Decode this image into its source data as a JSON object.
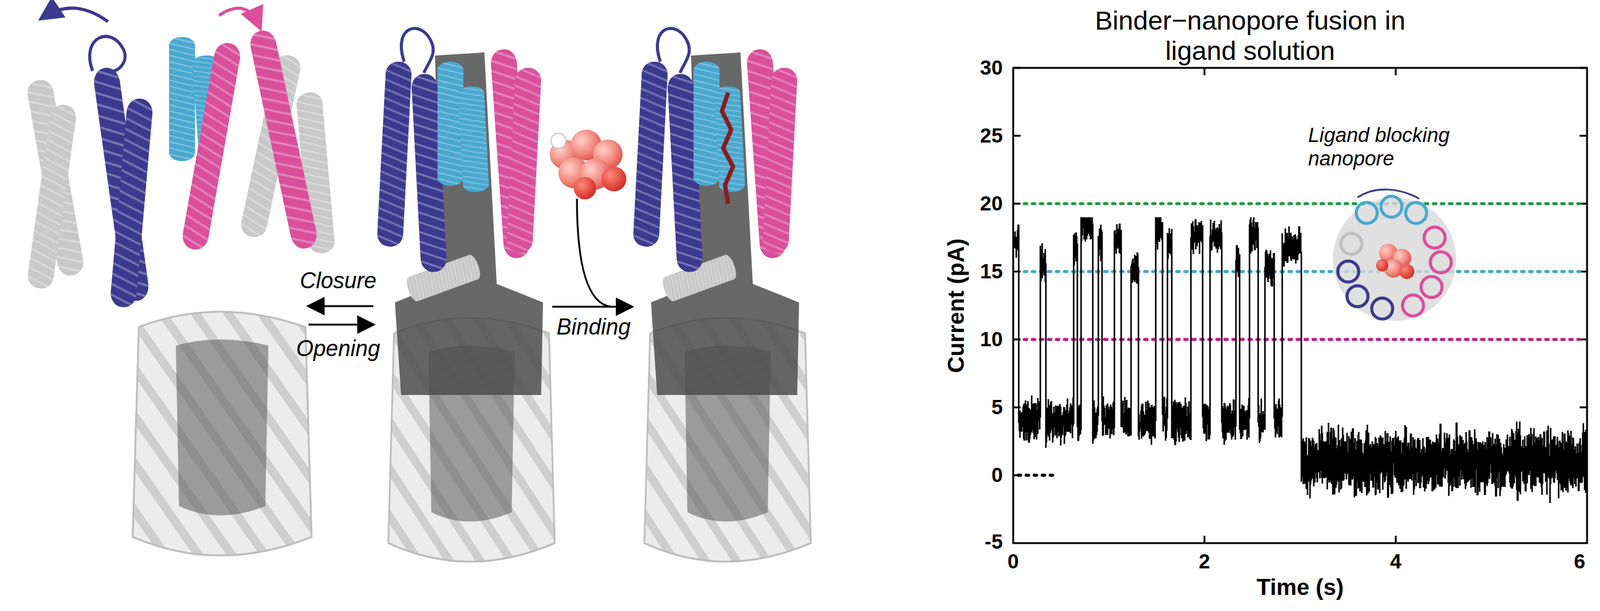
{
  "diagram": {
    "title": "Binder−nanopore fusion in ligand solution",
    "labels": [
      "Closure",
      "Opening",
      "Binding",
      "Current (pA)",
      "Time (s)",
      "30",
      "25",
      "20",
      "15",
      "10",
      "5",
      "0",
      "-5",
      "0",
      "2",
      "4",
      "6",
      "Ligand blocking nanopore"
    ]
  }
}
